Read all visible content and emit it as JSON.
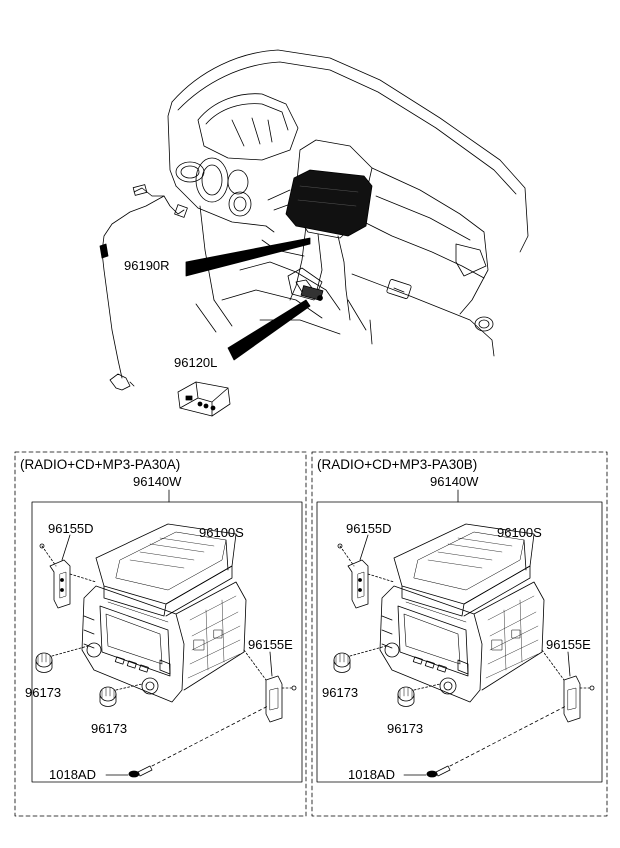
{
  "top_parts": {
    "harness": "96190R",
    "jack": "96120L"
  },
  "groups": [
    {
      "header": "(RADIO+CD+MP3-PA30A)",
      "assembly": "96140W",
      "bracket_left": "96155D",
      "body": "96100S",
      "bracket_right": "96155E",
      "knob_1": "96173",
      "knob_2": "96173",
      "screw": "1018AD"
    },
    {
      "header": "(RADIO+CD+MP3-PA30B)",
      "assembly": "96140W",
      "bracket_left": "96155D",
      "body": "96100S",
      "bracket_right": "96155E",
      "knob_1": "96173",
      "knob_2": "96173",
      "screw": "1018AD"
    }
  ]
}
